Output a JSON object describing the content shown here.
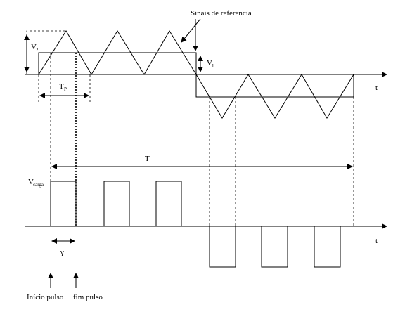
{
  "labels": {
    "ref_signals": "Sinais de referência",
    "v2_main": "V",
    "v2_sub": "2",
    "v1_main": "V",
    "v1_sub": "1",
    "tp_main": "T",
    "tp_sub": "P",
    "t_axis_top": "t",
    "period": "T",
    "vcarga_main": "V",
    "vcarga_sub": "carga",
    "t_axis_bottom": "t",
    "gamma": "γ",
    "pulse_start": "Início pulso",
    "pulse_end": "fim pulso"
  }
}
